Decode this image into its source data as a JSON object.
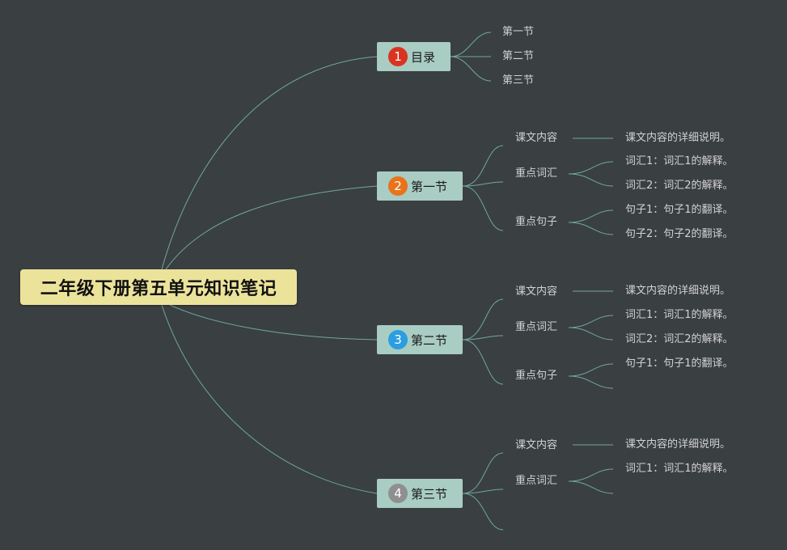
{
  "root": {
    "title": "二年级下册第五单元知识笔记"
  },
  "colors": {
    "background": "#3a3f41",
    "line": "#6fa89d",
    "root_fill": "#ece39b",
    "branch_fill": "#a9ccc3"
  },
  "branches": [
    {
      "badge": "1",
      "badge_color": "#d9341f",
      "label": "目录",
      "children": [
        {
          "label": "第一节"
        },
        {
          "label": "第二节"
        },
        {
          "label": "第三节"
        }
      ]
    },
    {
      "badge": "2",
      "badge_color": "#e8731b",
      "label": "第一节",
      "children": [
        {
          "label": "课文内容",
          "details": [
            "课文内容的详细说明。"
          ]
        },
        {
          "label": "重点词汇",
          "details": [
            "词汇1：词汇1的解释。",
            "词汇2：词汇2的解释。"
          ]
        },
        {
          "label": "重点句子",
          "details": [
            "句子1：句子1的翻译。",
            "句子2：句子2的翻译。"
          ]
        }
      ]
    },
    {
      "badge": "3",
      "badge_color": "#2a9ee0",
      "label": "第二节",
      "children": [
        {
          "label": "课文内容",
          "details": [
            "课文内容的详细说明。"
          ]
        },
        {
          "label": "重点词汇",
          "details": [
            "词汇1：词汇1的解释。",
            "词汇2：词汇2的解释。"
          ]
        },
        {
          "label": "重点句子",
          "details": [
            "句子1：句子1的翻译。",
            ""
          ]
        }
      ]
    },
    {
      "badge": "4",
      "badge_color": "#8f8f8f",
      "label": "第三节",
      "children": [
        {
          "label": "课文内容",
          "details": [
            "课文内容的详细说明。"
          ]
        },
        {
          "label": "重点词汇",
          "details": [
            "词汇1：词汇1的解释。",
            ""
          ]
        },
        {
          "label": ""
        }
      ]
    }
  ]
}
